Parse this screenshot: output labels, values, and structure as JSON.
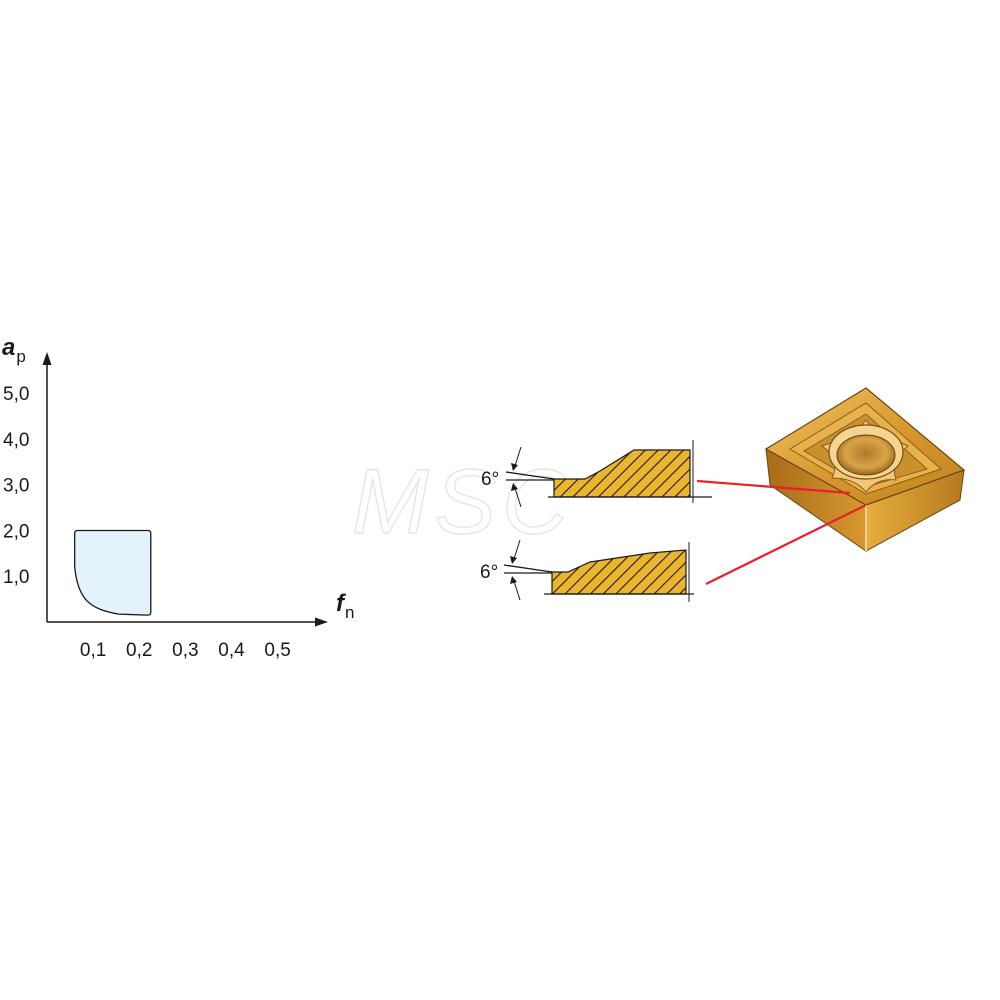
{
  "watermark": {
    "text": "MSC"
  },
  "chart_data": {
    "type": "area",
    "xlabel": "f",
    "xlabel_sub": "n",
    "ylabel": "a",
    "ylabel_sub": "p",
    "x_ticks": [
      "0,1",
      "0,2",
      "0,3",
      "0,4",
      "0,5"
    ],
    "x_tick_values": [
      0.1,
      0.2,
      0.3,
      0.4,
      0.5
    ],
    "y_ticks": [
      "1,0",
      "2,0",
      "3,0",
      "4,0",
      "5,0"
    ],
    "y_tick_values": [
      1.0,
      2.0,
      3.0,
      4.0,
      5.0
    ],
    "xlim": [
      0,
      0.62
    ],
    "ylim": [
      0,
      5.9
    ],
    "grid": false,
    "region": {
      "f_min": 0.06,
      "f_max": 0.225,
      "a_min": 0.15,
      "a_max": 2.0,
      "fill": "#e4f2fb"
    }
  },
  "profiles": [
    {
      "angle_label": "6°"
    },
    {
      "angle_label": "6°"
    }
  ],
  "colors": {
    "insert_gold": "#e4a72b",
    "insert_dark": "#a26a18",
    "leader_red": "#e8202a",
    "hatch": "#1a1a1a"
  }
}
